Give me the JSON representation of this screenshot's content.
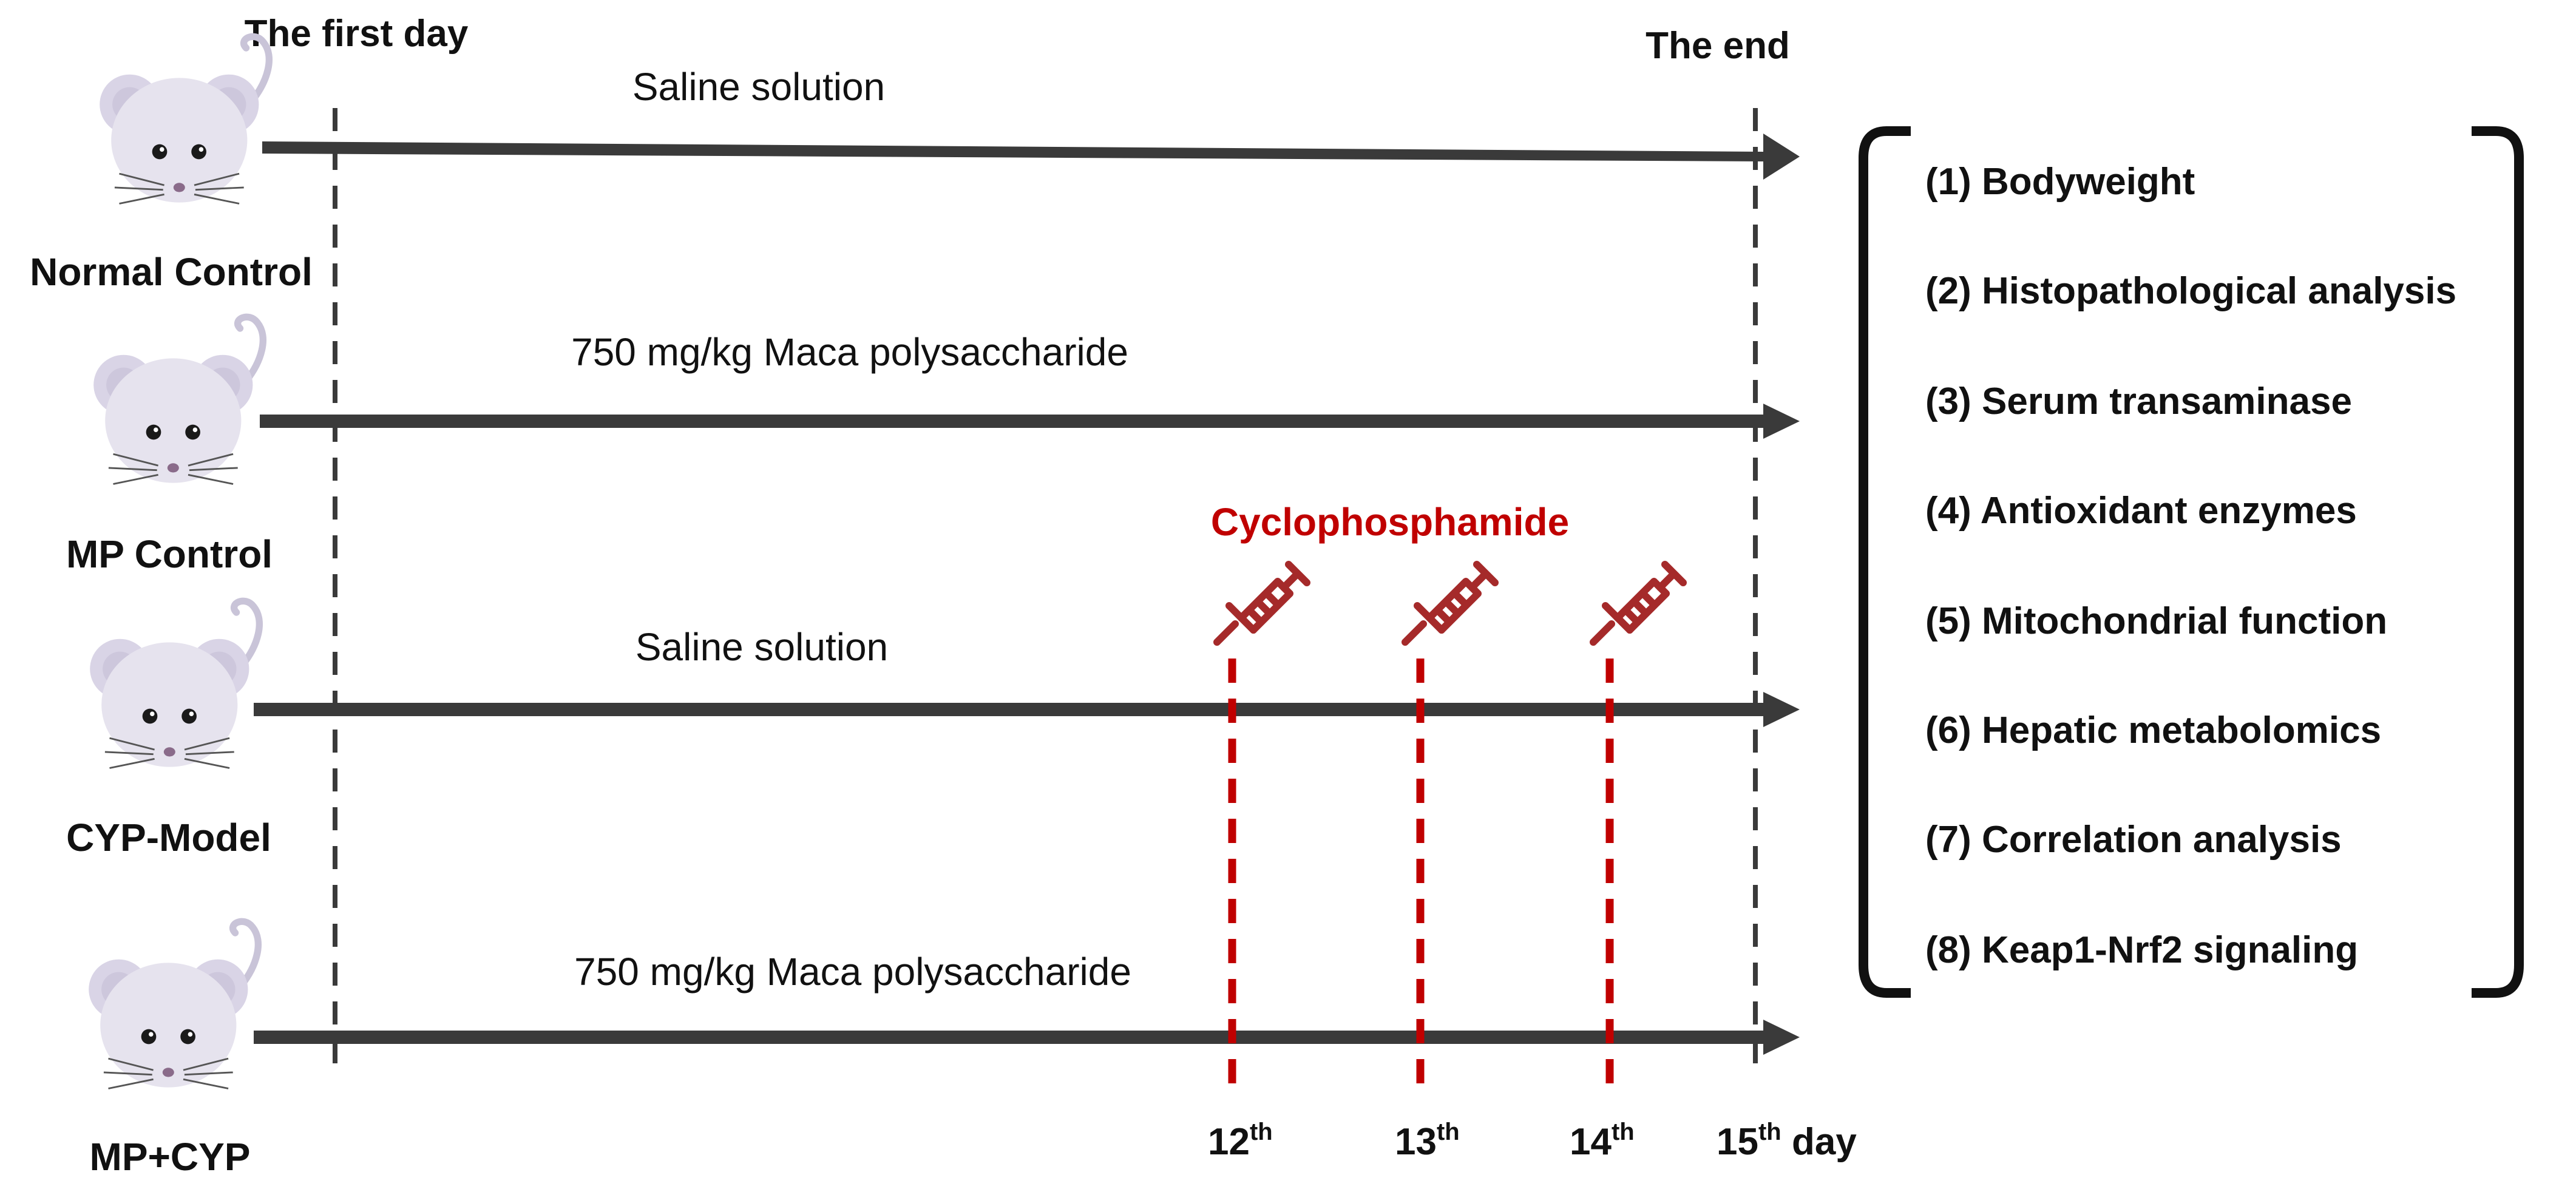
{
  "header": {
    "first_day": "The first day",
    "end": "The end"
  },
  "groups": [
    {
      "name": "Normal Control",
      "treatment": "Saline solution"
    },
    {
      "name": "MP Control",
      "treatment": "750 mg/kg Maca polysaccharide"
    },
    {
      "name": "CYP-Model",
      "treatment": "Saline solution"
    },
    {
      "name": "MP+CYP",
      "treatment": "750 mg/kg Maca polysaccharide"
    }
  ],
  "injection": {
    "label": "Cyclophosphamide",
    "days": [
      {
        "num": "12",
        "sup": "th"
      },
      {
        "num": "13",
        "sup": "th"
      },
      {
        "num": "14",
        "sup": "th"
      }
    ]
  },
  "end_day": {
    "num": "15",
    "sup": "th",
    "suffix": " day"
  },
  "analyses": [
    "(1) Bodyweight",
    "(2) Histopathological analysis",
    "(3) Serum transaminase",
    "(4) Antioxidant enzymes",
    "(5) Mitochondrial function",
    "(6) Hepatic metabolomics",
    "(7) Correlation analysis",
    "(8) Keap1-Nrf2 signaling"
  ],
  "icons": {
    "mouse": "mouse-icon",
    "syringe": "syringe-icon"
  },
  "colors": {
    "arrow": "#3a3a3a",
    "accent_red": "#c00000",
    "syringe": "#a52a2a",
    "mouse_body": "#e6e3ee",
    "mouse_ear": "#d9d4e6",
    "text": "#111111"
  }
}
